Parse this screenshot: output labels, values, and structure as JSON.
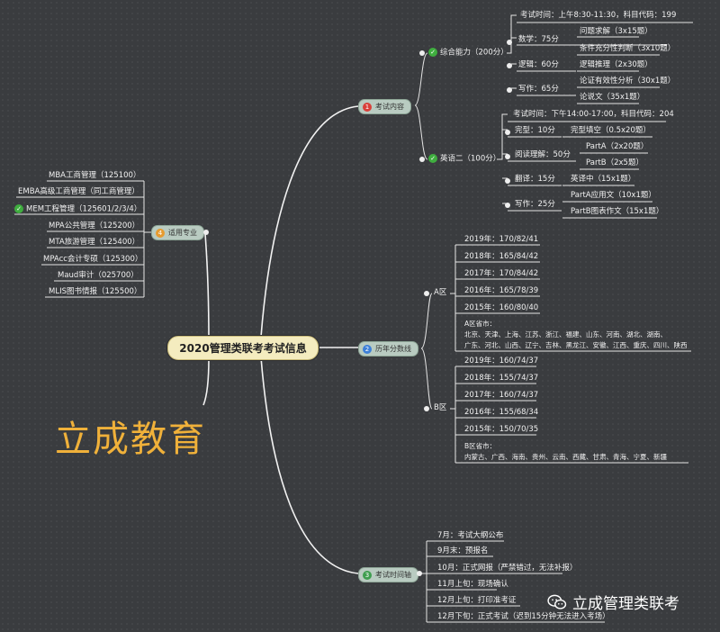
{
  "central": {
    "title": "2020管理类联考考试信息"
  },
  "brand": {
    "text": "立成教育"
  },
  "watermark": {
    "text": "立成管理类联考",
    "icon": "wechat-icon"
  },
  "colors": {
    "background": "#3a3c3f",
    "central_fill": "#f4ecbf",
    "branch_fill": "#b9cbc1",
    "brand": "#f0b13a",
    "badge_red": "#d9403a",
    "badge_blue": "#3d7fd8",
    "badge_green": "#3f9e4f",
    "badge_orange": "#e69b2f",
    "check": "#3fae3f"
  },
  "branches": {
    "exam_content": {
      "badge": "1",
      "label": "考试内容",
      "comprehensive": {
        "label": "综合能力（200分）",
        "time": "考试时间：上午8:30-11:30，科目代码：199",
        "math": {
          "label": "数学：75分",
          "items": [
            "问题求解（3x15题）",
            "条件充分性判断（3x10题）"
          ]
        },
        "logic": {
          "label": "逻辑：60分",
          "items": [
            "逻辑推理（2x30题）"
          ]
        },
        "writing": {
          "label": "写作：65分",
          "items": [
            "论证有效性分析（30x1题）",
            "论说文（35x1题）"
          ]
        }
      },
      "english": {
        "label": "英语二（100分）",
        "time": "考试时间：下午14:00-17:00，科目代码：204",
        "cloze": {
          "label": "完型：10分",
          "items": [
            "完型填空（0.5x20题）"
          ]
        },
        "reading": {
          "label": "阅读理解：50分",
          "items": [
            "PartA（2x20题）",
            "PartB（2x5题）"
          ]
        },
        "translation": {
          "label": "翻译：15分",
          "items": [
            "英译中（15x1题）"
          ]
        },
        "writing": {
          "label": "写作：25分",
          "items": [
            "PartA应用文（10x1题）",
            "PartB图表作文（15x1题）"
          ]
        }
      }
    },
    "scores": {
      "badge": "2",
      "label": "历年分数线",
      "zone_a": {
        "label": "A区",
        "years": [
          "2019年：170/82/41",
          "2018年：165/84/42",
          "2017年：170/84/42",
          "2016年：165/78/39",
          "2015年：160/80/40"
        ],
        "provinces_title": "A区省市：",
        "provinces_line1": "北京、天津、上海、江苏、浙江、福建、山东、河南、湖北、湖南、",
        "provinces_line2": "广东、河北、山西、辽宁、吉林、黑龙江、安徽、江西、重庆、四川、陕西"
      },
      "zone_b": {
        "label": "B区",
        "years": [
          "2019年：160/74/37",
          "2018年：155/74/37",
          "2017年：160/74/37",
          "2016年：155/68/34",
          "2015年：150/70/35"
        ],
        "provinces_title": "B区省市：",
        "provinces_line1": "内蒙古、广西、海南、贵州、云南、西藏、甘肃、青海、宁夏、新疆"
      }
    },
    "schedule": {
      "badge": "3",
      "label": "考试时间轴",
      "items": [
        "7月：考试大纲公布",
        "9月末：预报名",
        "10月：正式网报（严禁错过，无法补报）",
        "11月上旬：现场确认",
        "12月上旬：打印准考证",
        "12月下旬：正式考试（迟到15分钟无法进入考场）"
      ]
    },
    "majors": {
      "badge": "4",
      "label": "适用专业",
      "items": [
        "MBA工商管理（125100）",
        "EMBA高级工商管理（同工商管理）",
        "MEM工程管理（125601/2/3/4）",
        "MPA公共管理（125200）",
        "MTA旅游管理（125400）",
        "MPAcc会计专硕（125300）",
        "Maud审计（025700）",
        "MLIS图书情报（125500）"
      ]
    }
  }
}
